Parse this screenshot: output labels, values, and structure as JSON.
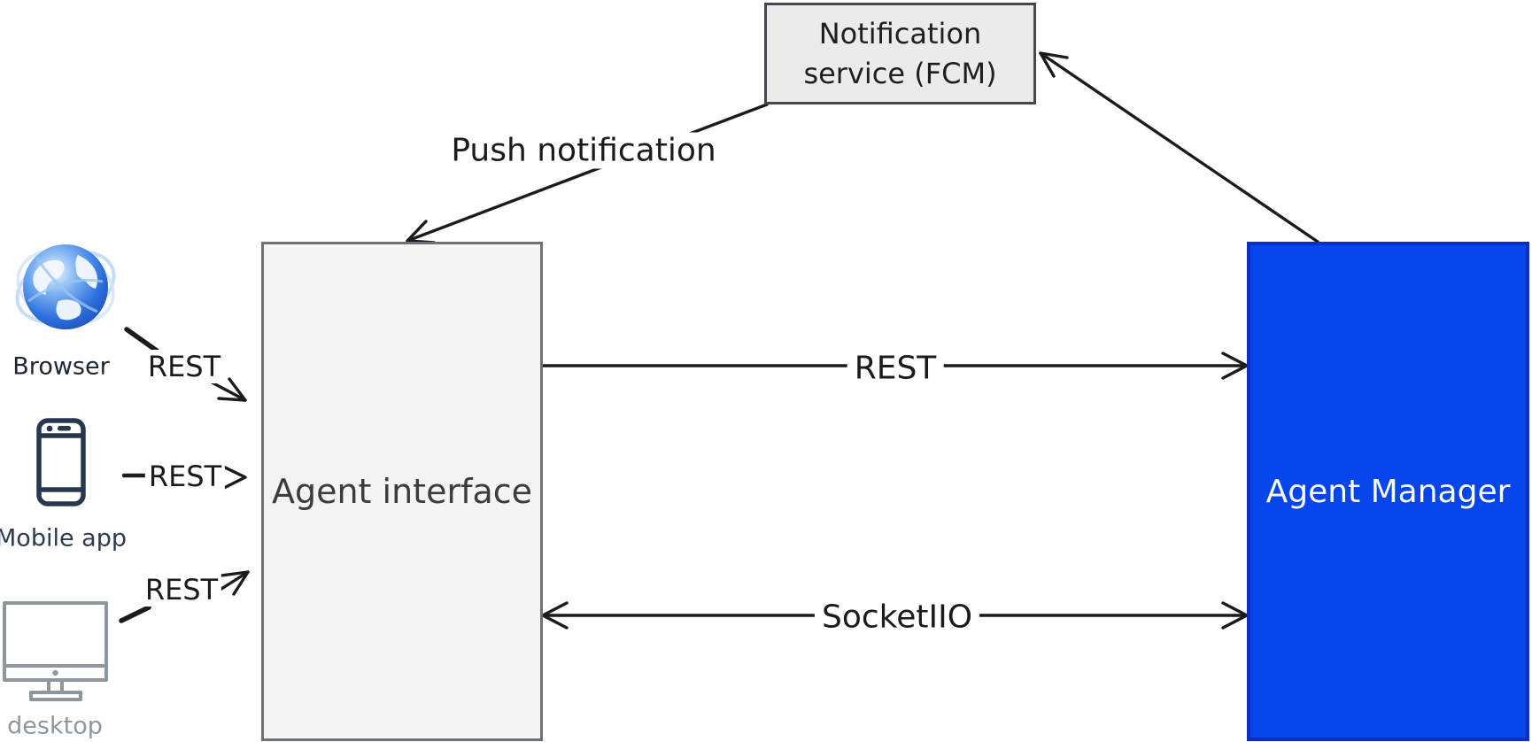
{
  "diagram": {
    "nodes": {
      "notification": {
        "label": "Notification service (FCM)"
      },
      "interface": {
        "label": "Agent interface"
      },
      "manager": {
        "label": "Agent Manager"
      }
    },
    "devices": [
      {
        "label": "Browser",
        "icon": "globe-icon"
      },
      {
        "label": "Mobile app",
        "icon": "smartphone-icon"
      },
      {
        "label": "desktop",
        "icon": "monitor-icon"
      }
    ],
    "edge_labels": {
      "push": "Push notification",
      "rest_main": "REST",
      "socket": "SocketIIO",
      "rest_browser": "REST",
      "rest_mobile": "REST",
      "rest_desktop": "REST"
    },
    "colors": {
      "manager_fill": "#0546ec",
      "manager_border": "#0d2cc0",
      "manager_text": "#ffffff",
      "notification_fill": "#ebebeb",
      "notification_border": "#45484d",
      "interface_fill": "#f4f4f5",
      "interface_border": "#6e7276",
      "ink": "#1b1b1b",
      "mobile_ink": "#2c3a52",
      "desktop_gray": "#8e979e",
      "globe_blue": "#2e72e0"
    }
  }
}
